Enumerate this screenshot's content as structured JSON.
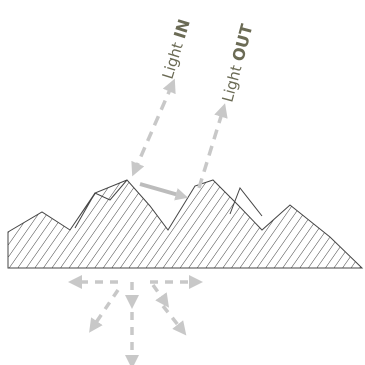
{
  "labels": {
    "light_in_prefix": "Light ",
    "light_in_emphasis": "IN",
    "light_out_prefix": "Light ",
    "light_out_emphasis": "OUT"
  },
  "colors": {
    "arrow": "#c8c8c8",
    "hatch": "#444444",
    "label": "#6b6b55"
  },
  "icons": [
    "incoming-light-arrow",
    "outgoing-light-arrow",
    "reflection-arrow",
    "scattered-light-arrows"
  ]
}
